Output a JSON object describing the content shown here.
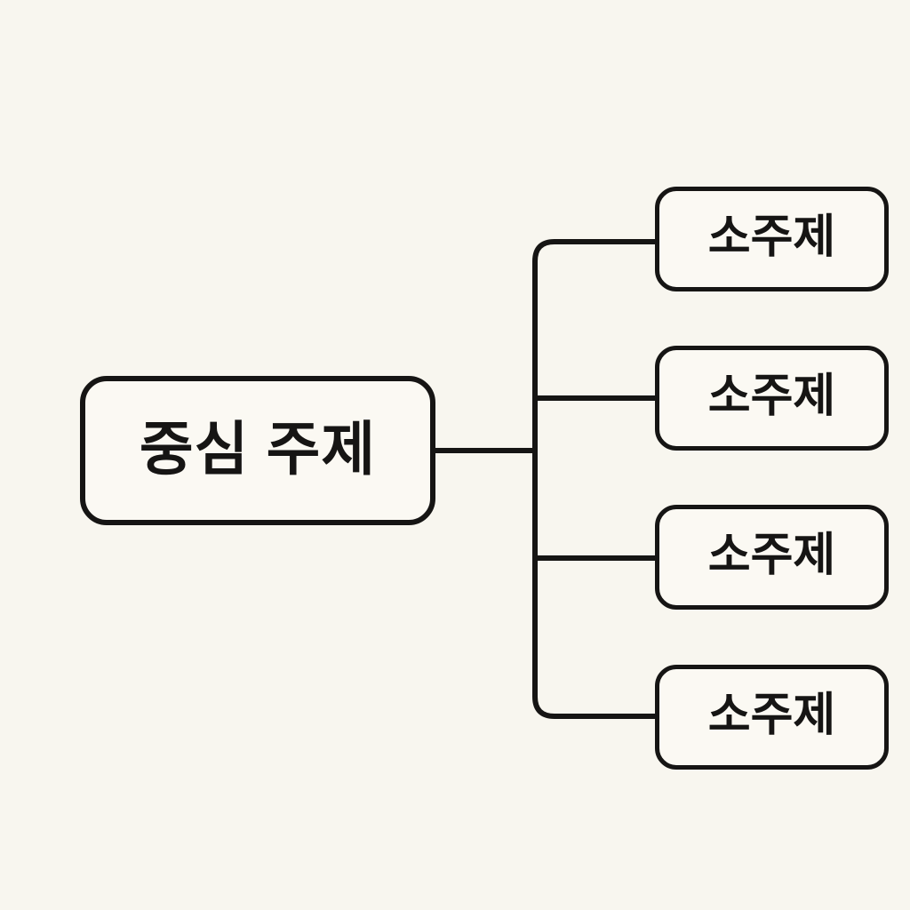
{
  "diagram": {
    "type": "mindmap",
    "background_color": "#f8f6ef",
    "node_fill_color": "#fbf9f3",
    "line_color": "#161514",
    "root": {
      "label": "중심 주제"
    },
    "children": [
      {
        "label": "소주제"
      },
      {
        "label": "소주제"
      },
      {
        "label": "소주제"
      },
      {
        "label": "소주제"
      }
    ]
  }
}
